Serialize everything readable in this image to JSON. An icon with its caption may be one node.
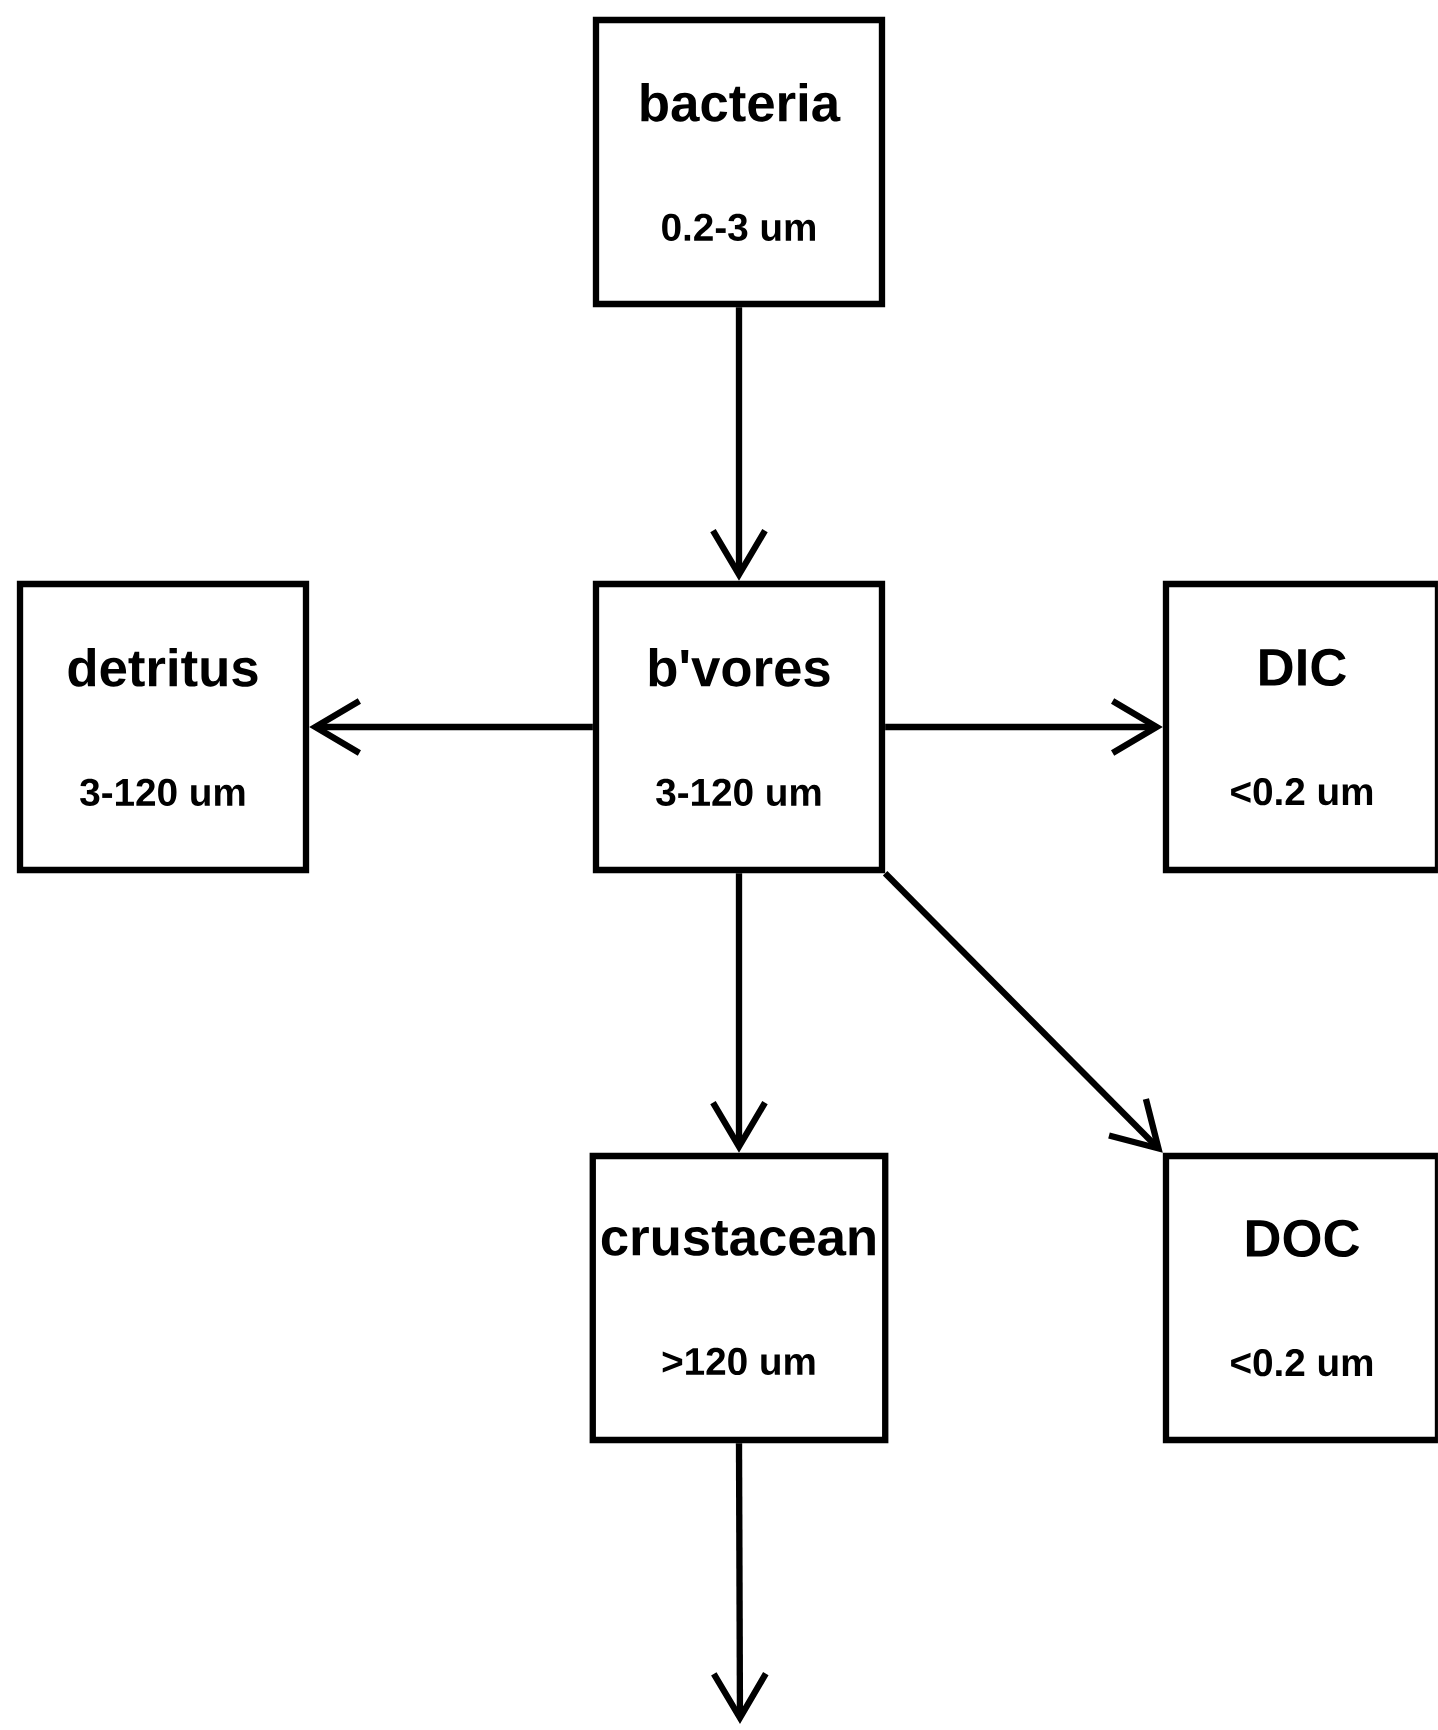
{
  "diagram": {
    "nodes": [
      {
        "text": [
          "bacteria",
          "0.2-3 um"
        ]
      },
      {
        "text": [
          "b'vores",
          "3-120 um"
        ]
      },
      {
        "text": [
          "detritus",
          "3-120 um"
        ]
      },
      {
        "text": [
          "DIC",
          "<0.2 um"
        ]
      },
      {
        "text": [
          "crustacean",
          ">120 um"
        ]
      },
      {
        "text": [
          "DOC",
          "<0.2 um"
        ]
      }
    ],
    "edges": [
      {
        "from": 0,
        "to": 1,
        "arrow": "to"
      },
      {
        "from": 1,
        "to": 2,
        "arrow": "to"
      },
      {
        "from": 1,
        "to": 3,
        "arrow": "to"
      },
      {
        "from": 1,
        "to": 5,
        "arrow": "to"
      },
      {
        "from": 1,
        "to": 4,
        "arrow": "to"
      },
      {
        "from": 4,
        "to": null,
        "arrow": "to"
      }
    ]
  }
}
